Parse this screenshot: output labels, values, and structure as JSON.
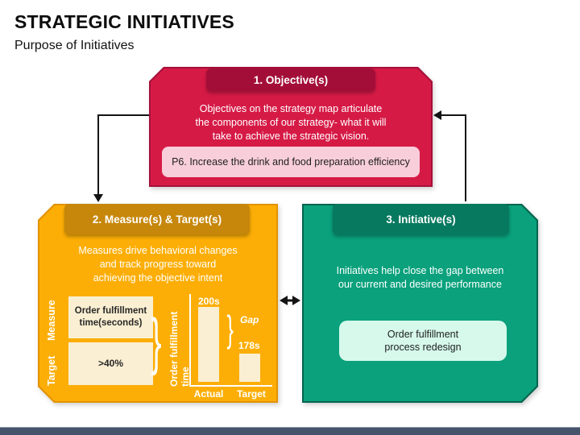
{
  "slide": {
    "title": "STRATEGIC INITIATIVES",
    "subtitle": "Purpose of Initiatives"
  },
  "objective_box": {
    "header": "1. Objective(s)",
    "body_lines": [
      "Objectives on the strategy map articulate",
      "the components of our strategy- what it will",
      "take to achieve the strategic vision."
    ],
    "callout": "P6. Increase the drink and food preparation efficiency",
    "colors": {
      "fill": "#d61a46",
      "edge": "#a5103a",
      "header": "#a30e38",
      "callout_bg": "#f8ceda"
    }
  },
  "measure_box": {
    "header": "2. Measure(s) & Target(s)",
    "body_lines": [
      "Measures drive behavioral changes",
      "and track progress toward",
      "achieving the objective intent"
    ],
    "rows": [
      {
        "label": "Measure",
        "value_lines": [
          "Order fulfillment",
          "time(seconds)"
        ]
      },
      {
        "label": "Target",
        "value_lines": [
          ">40%"
        ]
      }
    ],
    "colors": {
      "fill": "#fcae06",
      "edge": "#e39200",
      "header": "#c6870b",
      "panel_bg": "#faefd2"
    }
  },
  "initiative_box": {
    "header": "3. Initiative(s)",
    "body_lines": [
      "Initiatives help close the gap between",
      "our current and desired performance"
    ],
    "callout_lines": [
      "Order fulfillment",
      "process redesign"
    ],
    "colors": {
      "fill": "#0aa17c",
      "edge": "#06654f",
      "header": "#07795e",
      "callout_bg": "#d6f9ec"
    }
  },
  "chart_data": {
    "type": "bar",
    "categories": [
      "Actual",
      "Target"
    ],
    "values": [
      200,
      178
    ],
    "value_labels": [
      "200s",
      "178s"
    ],
    "ylabel": "Order fulfillment time",
    "annotation": "Gap",
    "ylim": [
      0,
      200
    ],
    "bar_color": "#faefd2",
    "axis_color": "#ffffff"
  },
  "footer": {
    "bar_color": "#47526b"
  }
}
